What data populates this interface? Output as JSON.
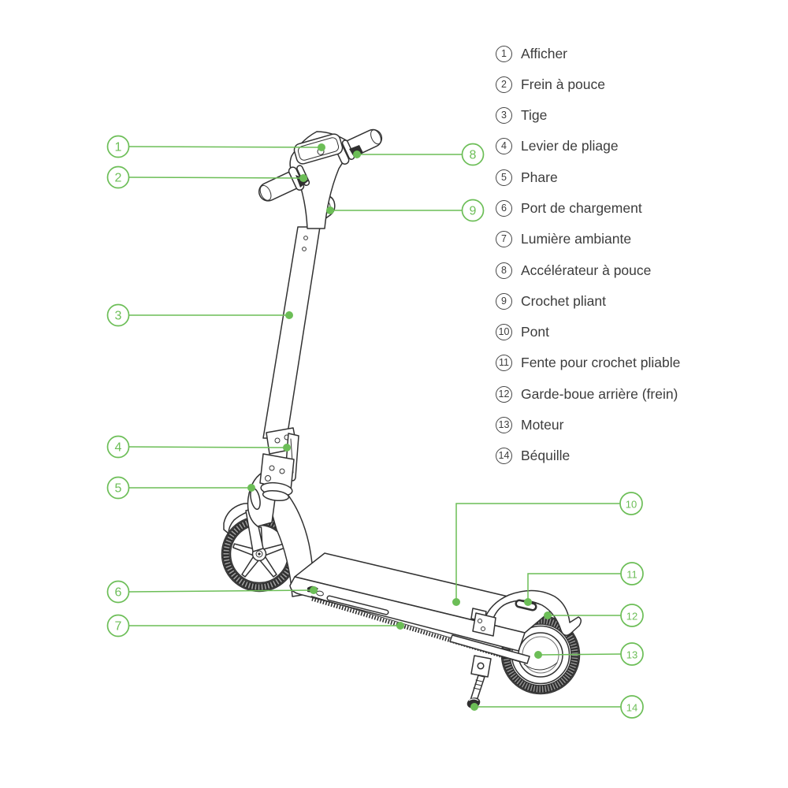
{
  "diagram": {
    "subject": "electric-scooter-parts-diagram",
    "accent_color": "#6cbe57",
    "line_color": "#323232"
  },
  "callouts": [
    {
      "number": "1"
    },
    {
      "number": "2"
    },
    {
      "number": "3"
    },
    {
      "number": "4"
    },
    {
      "number": "5"
    },
    {
      "number": "6"
    },
    {
      "number": "7"
    },
    {
      "number": "8"
    },
    {
      "number": "9"
    },
    {
      "number": "10"
    },
    {
      "number": "11"
    },
    {
      "number": "12"
    },
    {
      "number": "13"
    },
    {
      "number": "14"
    }
  ],
  "legend": {
    "items": [
      {
        "num": "1",
        "label": "Afficher"
      },
      {
        "num": "2",
        "label": "Frein à pouce"
      },
      {
        "num": "3",
        "label": "Tige"
      },
      {
        "num": "4",
        "label": "Levier de pliage"
      },
      {
        "num": "5",
        "label": "Phare"
      },
      {
        "num": "6",
        "label": "Port de chargement"
      },
      {
        "num": "7",
        "label": "Lumière ambiante"
      },
      {
        "num": "8",
        "label": "Accélérateur à pouce"
      },
      {
        "num": "9",
        "label": "Crochet pliant"
      },
      {
        "num": "10",
        "label": "Pont"
      },
      {
        "num": "11",
        "label": "Fente pour crochet pliable"
      },
      {
        "num": "12",
        "label": "Garde-boue arrière (frein)"
      },
      {
        "num": "13",
        "label": "Moteur"
      },
      {
        "num": "14",
        "label": "Béquille"
      }
    ]
  }
}
